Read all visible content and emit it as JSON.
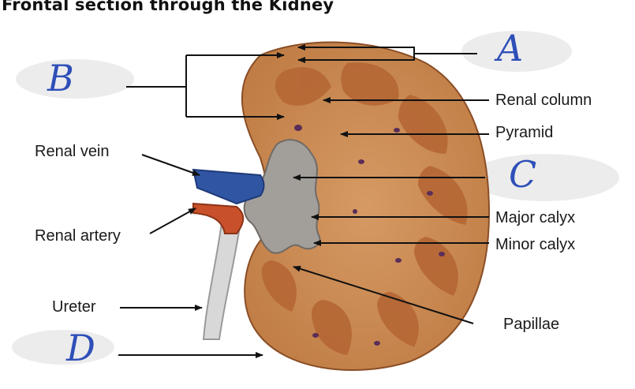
{
  "title": "Frontal section through the Kidney",
  "labels": {
    "renal_column": "Renal column",
    "pyramid": "Pyramid",
    "renal_vein": "Renal vein",
    "renal_artery": "Renal artery",
    "major_calyx": "Major calyx",
    "minor_calyx": "Minor calyx",
    "ureter": "Ureter",
    "papillae": "Papillae"
  },
  "handwritten": {
    "a": "A",
    "b": "B",
    "c": "C",
    "d": "D"
  },
  "colors": {
    "cortex": "#c98a52",
    "medulla": "#b76a36",
    "pelvis": "#9f9c98",
    "vein": "#2f55a3",
    "artery": "#c8502a",
    "ureter": "#c9c9c9",
    "handwriting": "#2e4fb8"
  }
}
